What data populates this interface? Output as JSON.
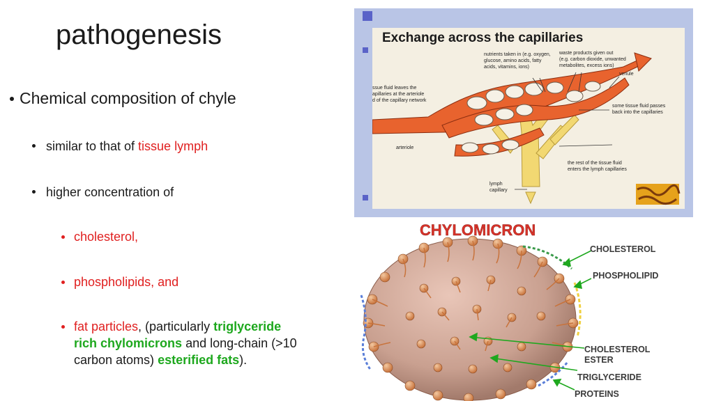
{
  "slide": {
    "title": "pathogenesis",
    "bullet_main": "Chemical composition of chyle",
    "sub1_prefix": "similar to that of ",
    "sub1_highlight": "tissue lymph",
    "sub2": "higher concentration of",
    "item_cholesterol": "cholesterol,",
    "item_phospholipids": "phospholipids, and",
    "item_fat_red": "fat particles",
    "item_fat_line1_a": ", (particularly ",
    "item_fat_line1_green": "triglyceride",
    "item_fat_line2_green": "rich chylomicrons",
    "item_fat_line2_b": " and long-chain (>10",
    "item_fat_line3_a": "carbon atoms) ",
    "item_fat_line3_green": "esterified fats",
    "item_fat_line3_b": ")."
  },
  "capillary_figure": {
    "heading": "Exchange across the capillaries",
    "nutrients_label_1": "nutrients taken in (e.g. oxygen,",
    "nutrients_label_2": "glucose, amino acids, fatty",
    "nutrients_label_3": "acids, vitamins, ions)",
    "waste_label_1": "waste products given out",
    "waste_label_2": "(e.g. carbon dioxide, unwanted",
    "waste_label_3": "metabolites, excess ions)",
    "tissue_label_1": "ssue fluid leaves the",
    "tissue_label_2": "apillaries at the arteriole",
    "tissue_label_3": "d of the capillary network",
    "venule": "venule",
    "passes_back_1": "some tissue fluid passes",
    "passes_back_2": "back into the capillaries",
    "arteriole": "arteriole",
    "rest_1": "the rest of the tissue fluid",
    "rest_2": "enters the lymph capillaries",
    "lymph_1": "lymph",
    "lymph_2": "capillary"
  },
  "chylomicron_figure": {
    "heading": "CHYLOMICRON",
    "label_cholesterol": "CHOLESTEROL",
    "label_phospholipid": "PHOSPHOLIPID",
    "label_ester_1": "CHOLESTEROL",
    "label_ester_2": "ESTER",
    "label_triglyceride": "TRIGLYCERIDE",
    "label_proteins": "PROTEINS"
  },
  "colors": {
    "highlight_red": "#e02020",
    "highlight_green": "#1ea81e",
    "vessel_orange": "#e8632e",
    "lymph_yellow": "#f2d872",
    "chylomicron_red": "#d8332a"
  }
}
